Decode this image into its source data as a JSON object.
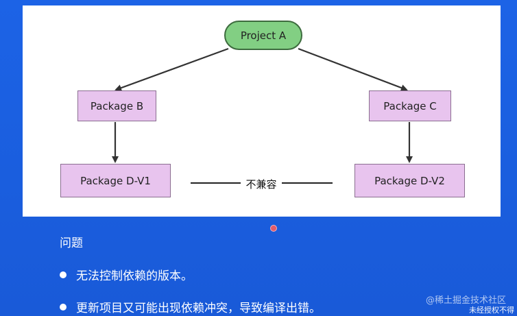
{
  "diagram": {
    "root": "Project A",
    "package_b": "Package B",
    "package_c": "Package C",
    "package_d_v1": "Package D-V1",
    "package_d_v2": "Package D-V2",
    "conflict_label": "不兼容"
  },
  "notes": {
    "heading": "问题",
    "bullets": [
      "无法控制依赖的版本。",
      "更新项目又可能出现依赖冲突，导致编译出错。"
    ]
  },
  "watermark": {
    "site": "@稀土掘金技术社区",
    "notice": "未经授权不得"
  },
  "colors": {
    "background": "#1a5fe0",
    "root_fill": "#82cf83",
    "package_fill": "#e8c4ee"
  }
}
